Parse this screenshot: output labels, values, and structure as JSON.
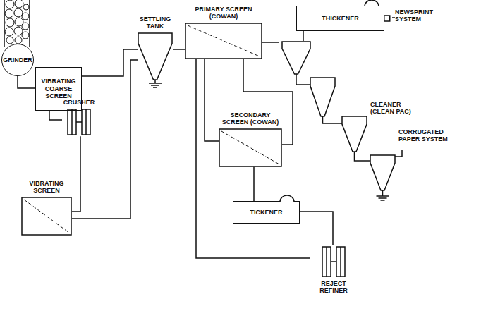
{
  "diagram": {
    "nodes": [
      {
        "text": [
          "GRINDER"
        ]
      },
      {
        "text": [
          "VIBRATING COARSE SCREEN"
        ]
      },
      {
        "text": [
          "SETTLING TANK"
        ]
      },
      {
        "text": [
          "CRUSHER"
        ]
      },
      {
        "text": [
          "VIBRATING SCREEN"
        ]
      },
      {
        "text": [
          "PRIMARY SCREEN (COWAN)"
        ]
      },
      {
        "text": [
          "SECONDARY SCREEN (COWAN)"
        ]
      },
      {
        "text": [
          "THICKENER"
        ]
      },
      {
        "text": [
          "CLEANER (CLEAN PAC)"
        ]
      },
      {
        "text": [
          "TICKENER"
        ]
      },
      {
        "text": [
          "REJECT REFINER"
        ]
      }
    ],
    "edges": [
      {
        "from": 0,
        "to": 1,
        "arrow": "none"
      },
      {
        "from": 1,
        "to": 2,
        "arrow": "none"
      },
      {
        "from": 1,
        "to": 3,
        "arrow": "none"
      },
      {
        "from": 3,
        "to": 4,
        "arrow": "none"
      },
      {
        "from": 4,
        "to": 2,
        "arrow": "none"
      },
      {
        "from": 2,
        "to": 5,
        "arrow": "none"
      },
      {
        "from": 5,
        "to": 8,
        "arrow": "none"
      },
      {
        "from": 8,
        "to": 7,
        "arrow": "none"
      },
      {
        "from": 5,
        "to": 6,
        "arrow": "none"
      },
      {
        "from": 6,
        "to": 9,
        "arrow": "none"
      },
      {
        "from": 9,
        "to": 10,
        "arrow": "none"
      },
      {
        "from": 10,
        "to": 5,
        "arrow": "none"
      },
      {
        "from": 6,
        "to": 5,
        "arrow": "none"
      }
    ],
    "labels": [
      "NEWSPRINT SYSTEM",
      "CORRUGATED PAPER SYSTEM"
    ]
  }
}
